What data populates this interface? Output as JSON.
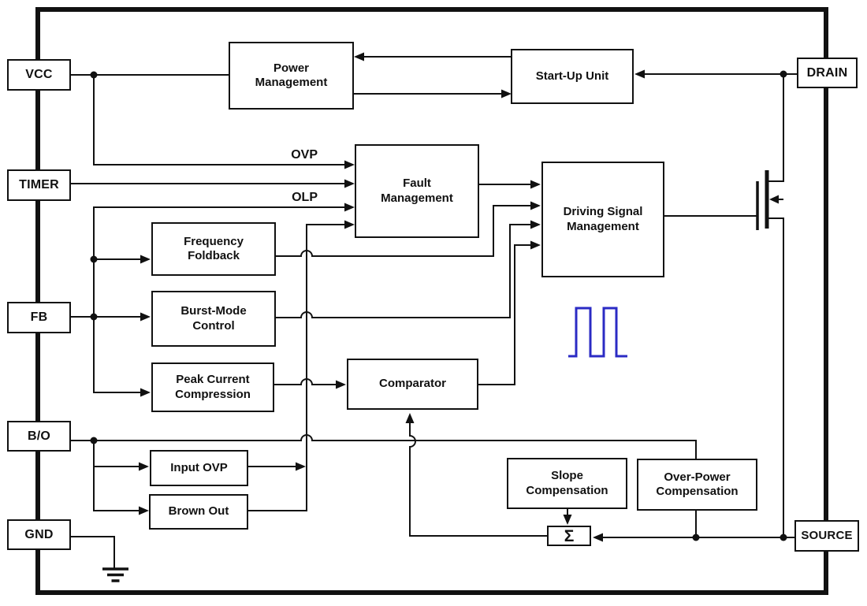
{
  "diagram": {
    "description": "IC functional block diagram",
    "pins": {
      "vcc": {
        "label": "VCC"
      },
      "timer": {
        "label": "TIMER"
      },
      "fb": {
        "label": "FB"
      },
      "bo": {
        "label": "B/O"
      },
      "gnd": {
        "label": "GND"
      },
      "drain": {
        "label": "DRAIN"
      },
      "source": {
        "label": "SOURCE"
      }
    },
    "blocks": {
      "power_management": {
        "label": "Power\nManagement"
      },
      "startup_unit": {
        "label": "Start-Up Unit"
      },
      "fault_management": {
        "label": "Fault\nManagement"
      },
      "driving_signal_management": {
        "label": "Driving Signal\nManagement"
      },
      "frequency_foldback": {
        "label": "Frequency\nFoldback"
      },
      "burst_mode_control": {
        "label": "Burst-Mode\nControl"
      },
      "peak_current_compression": {
        "label": "Peak Current\nCompression"
      },
      "comparator": {
        "label": "Comparator"
      },
      "input_ovp": {
        "label": "Input OVP"
      },
      "brown_out": {
        "label": "Brown Out"
      },
      "slope_compensation": {
        "label": "Slope\nCompensation"
      },
      "over_power_compensation": {
        "label": "Over-Power\nCompensation"
      },
      "summer": {
        "label": "Σ"
      }
    },
    "wire_labels": {
      "ovp": "OVP",
      "olp": "OLP"
    },
    "symbols": {
      "mosfet": "nmos-power-transistor",
      "ground": "ground-symbol",
      "waveform": "gate-drive-pulse-waveform"
    },
    "colors": {
      "line": "#111111",
      "waveform_blue": "#2b2bc4",
      "background": "#ffffff"
    }
  }
}
